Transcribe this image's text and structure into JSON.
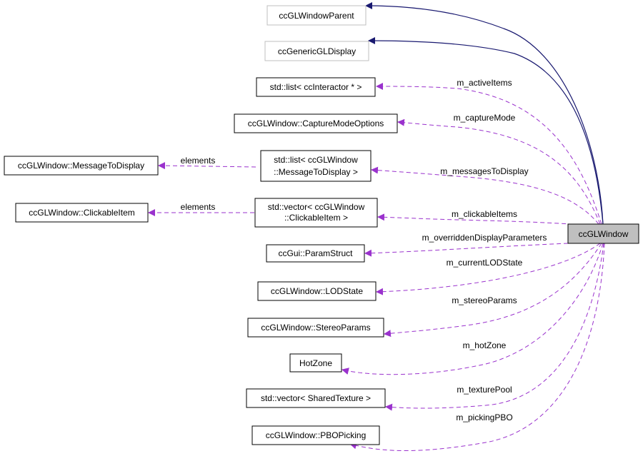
{
  "nodes": {
    "ccGLWindow": "ccGLWindow",
    "ccGLWindowParent": "ccGLWindowParent",
    "ccGenericGLDisplay": "ccGenericGLDisplay",
    "list_interactor": "std::list< ccInteractor * >",
    "capture_mode_options": "ccGLWindow::CaptureModeOptions",
    "list_messages_1": "std::list< ccGLWindow",
    "list_messages_2": "::MessageToDisplay >",
    "message_to_display": "ccGLWindow::MessageToDisplay",
    "vector_clickable_1": "std::vector< ccGLWindow",
    "vector_clickable_2": "::ClickableItem >",
    "clickable_item": "ccGLWindow::ClickableItem",
    "param_struct": "ccGui::ParamStruct",
    "lod_state": "ccGLWindow::LODState",
    "stereo_params": "ccGLWindow::StereoParams",
    "hot_zone": "HotZone",
    "vector_shared_texture": "std::vector< SharedTexture >",
    "pbo_picking": "ccGLWindow::PBOPicking"
  },
  "edge_labels": {
    "active_items": "m_activeItems",
    "capture_mode": "m_captureMode",
    "messages_to_display": "m_messagesToDisplay",
    "clickable_items": "m_clickableItems",
    "overridden_display_parameters": "m_overriddenDisplayParameters",
    "current_lod_state": "m_currentLODState",
    "stereo_params": "m_stereoParams",
    "hot_zone": "m_hotZone",
    "texture_pool": "m_texturePool",
    "picking_pbo": "m_pickingPBO",
    "elements_messages": "elements",
    "elements_clickable": "elements"
  },
  "colors": {
    "inheritance_edge": "#191970",
    "usage_edge": "#9a32cd",
    "focus_node_fill": "#bfbfbf",
    "external_node_border": "#bfbfbf"
  }
}
